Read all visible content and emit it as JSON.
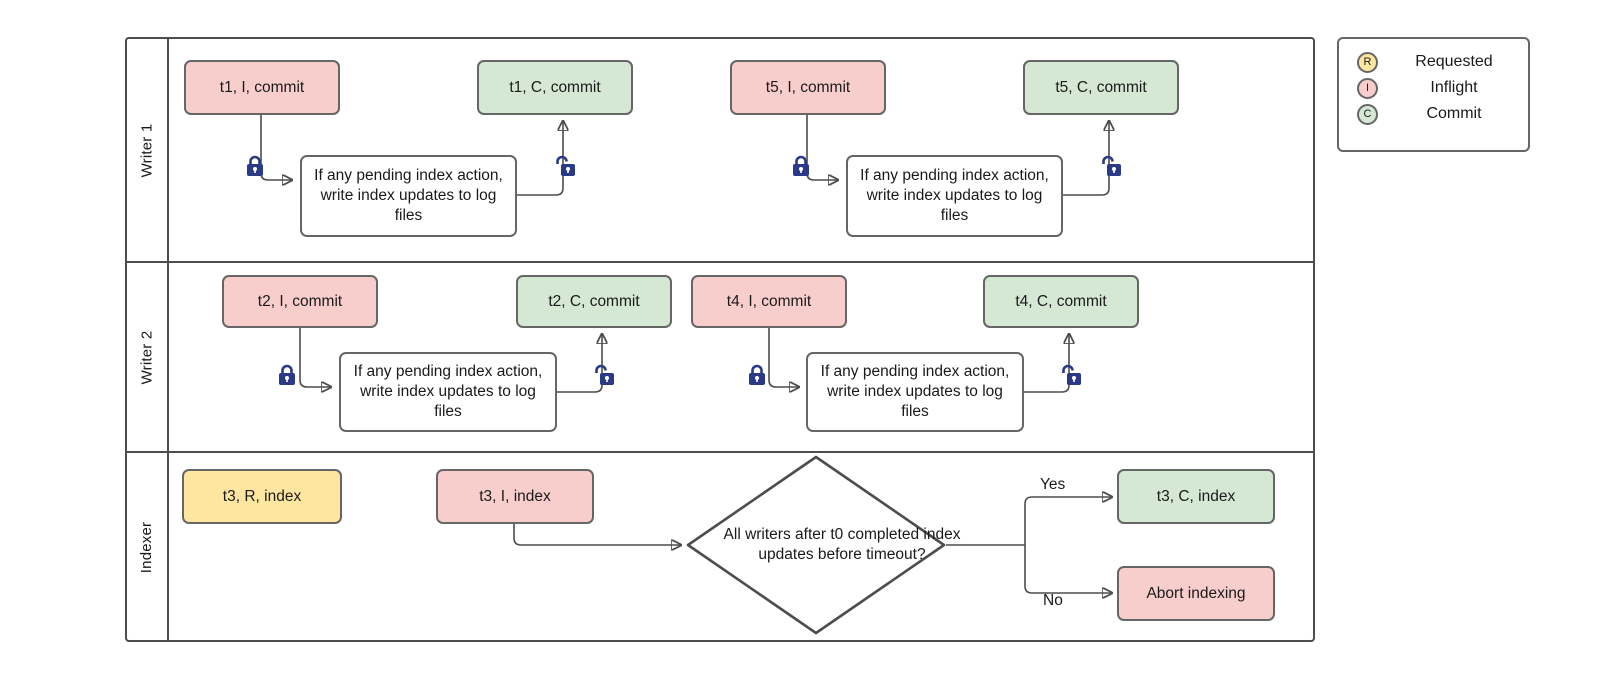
{
  "diagram": {
    "title": "Writer / Indexer transaction swimlane flowchart",
    "colors": {
      "inflight": "#f8cecc",
      "commit": "#d5e8d4",
      "requested": "#ffe6a0",
      "stroke": "#666666",
      "lane_stroke": "#4d4d4d",
      "lock": "#2b3a87"
    }
  },
  "lanes": [
    {
      "label": "Writer 1"
    },
    {
      "label": "Writer 2"
    },
    {
      "label": "Indexer"
    }
  ],
  "writer1": {
    "start": "t1, I, commit",
    "process": "If any pending index action, write index updates to log files",
    "end": "t1, C, commit",
    "start2": "t5, I, commit",
    "process2": "If any pending index action, write index updates to log files",
    "end2": "t5, C, commit",
    "lock_closed": "locked",
    "lock_open": "unlocked"
  },
  "writer2": {
    "start": "t2, I, commit",
    "process": "If any pending index action, write index updates to log files",
    "end": "t2, C, commit",
    "start2": "t4, I, commit",
    "process2": "If any pending index action, write index updates to log files",
    "end2": "t4, C, commit"
  },
  "indexer": {
    "requested": "t3, R, index",
    "inflight": "t3, I, index",
    "decision": "All writers after t0 completed index updates before timeout?",
    "yes_label": "Yes",
    "no_label": "No",
    "yes_target": "t3, C, index",
    "no_target": "Abort indexing"
  },
  "legend": {
    "items": [
      {
        "badge": "R",
        "label": "Requested"
      },
      {
        "badge": "I",
        "label": "Inflight"
      },
      {
        "badge": "C",
        "label": "Commit"
      }
    ]
  }
}
